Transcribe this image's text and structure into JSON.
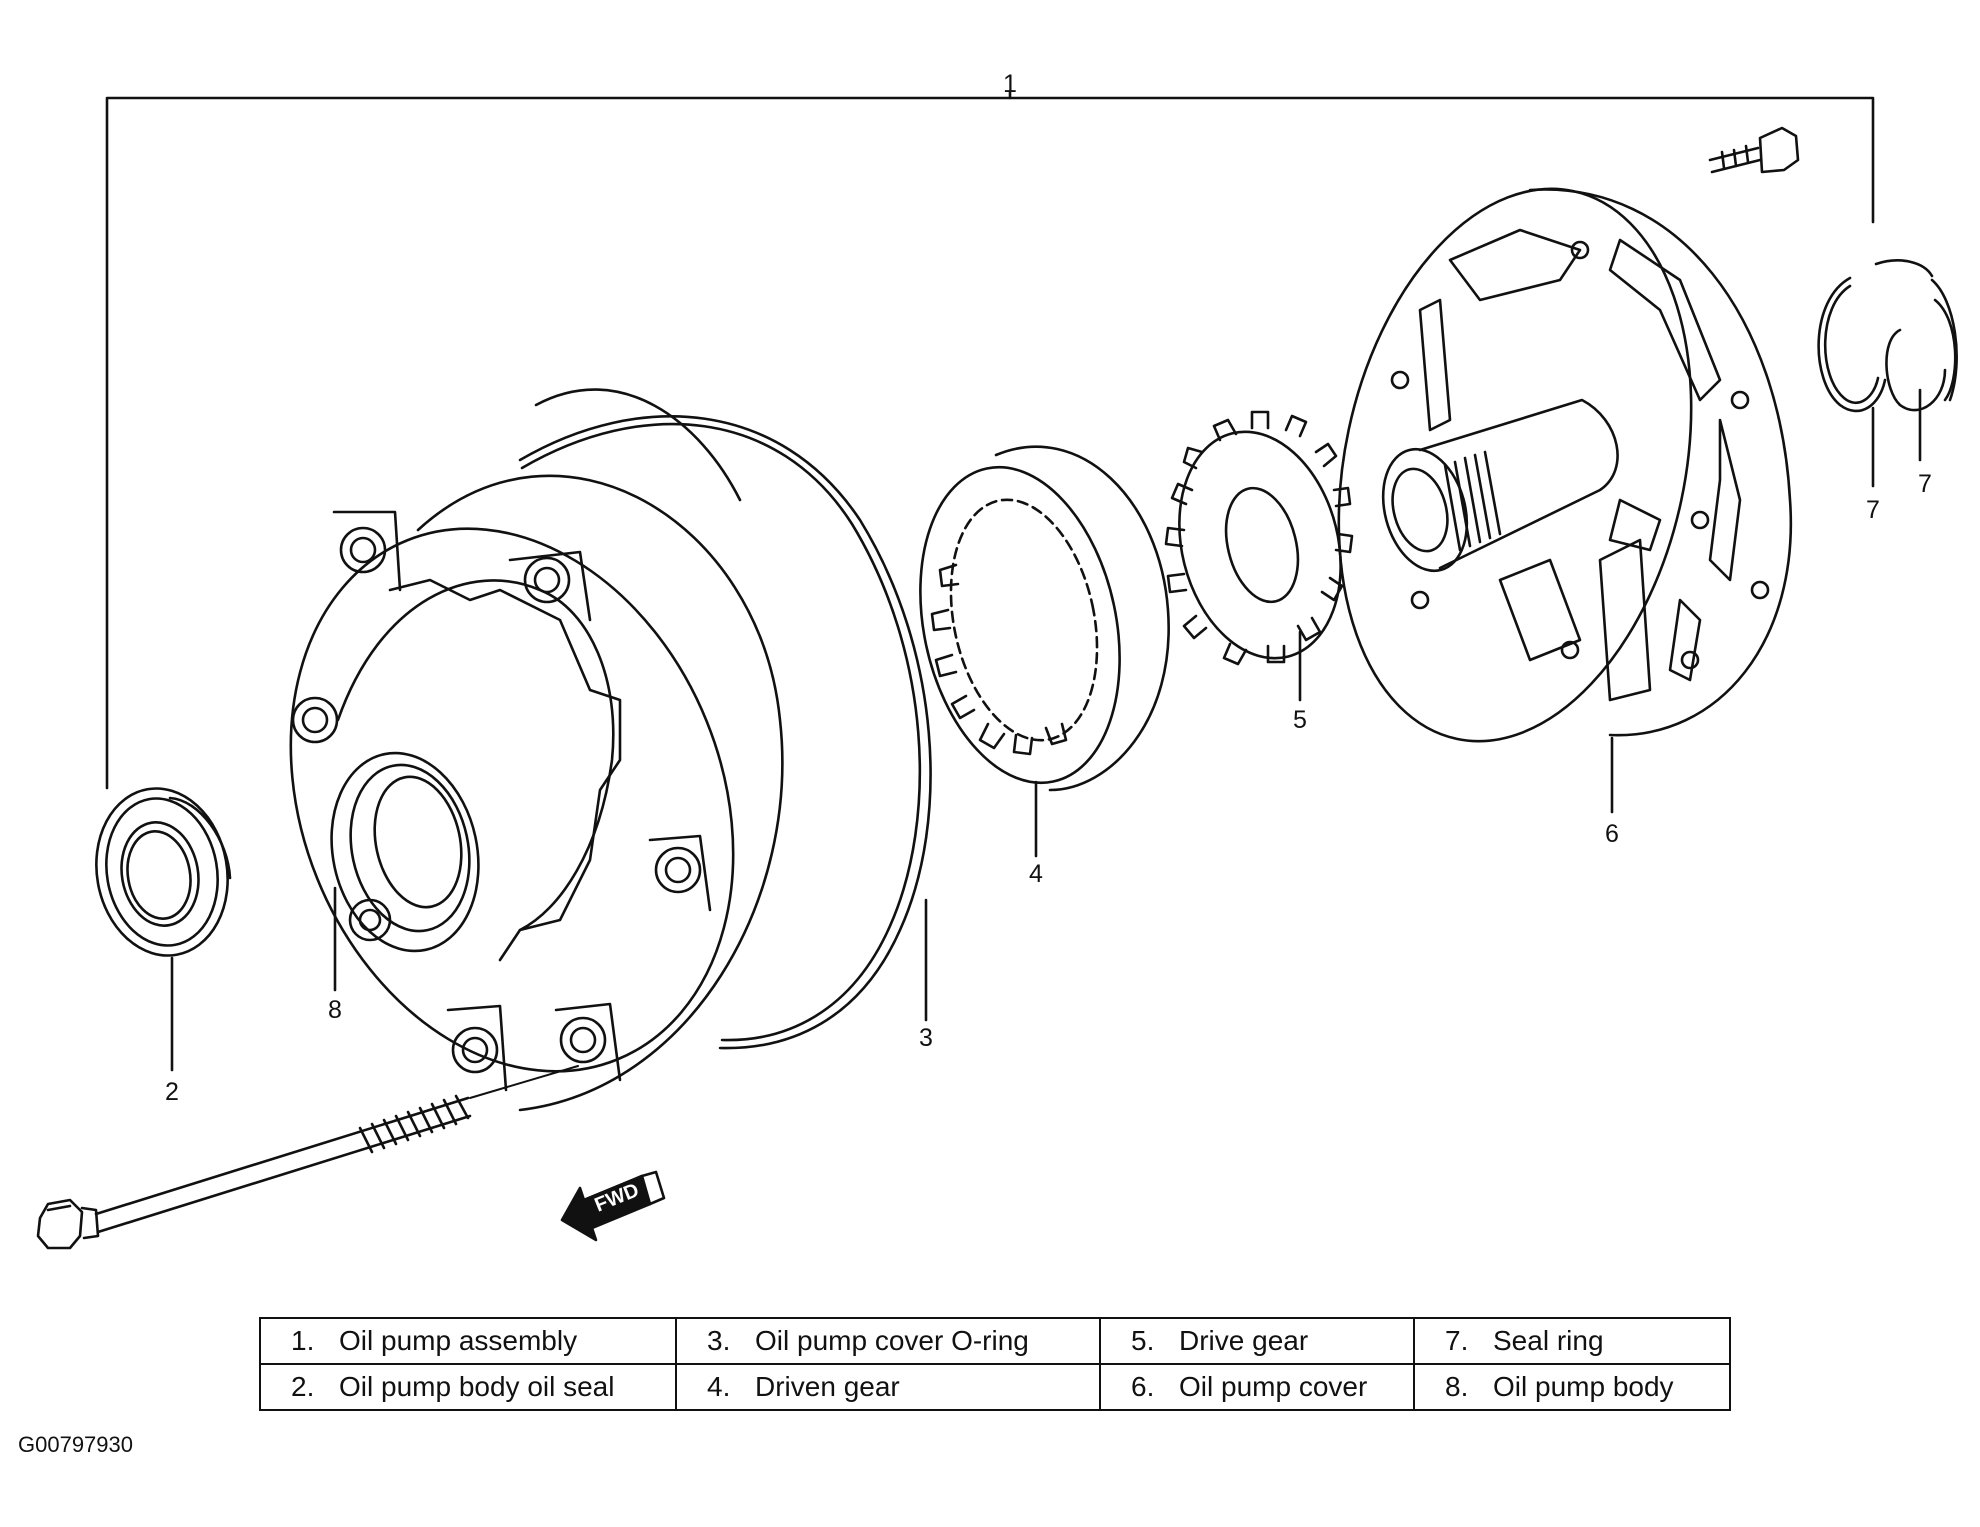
{
  "diagram": {
    "callouts": [
      "1",
      "2",
      "3",
      "4",
      "5",
      "6",
      "7",
      "7",
      "8"
    ],
    "fwd_label": "FWD",
    "figure_id": "G00797930"
  },
  "legend": {
    "rows": [
      [
        {
          "num": "1.",
          "label": "Oil pump assembly"
        },
        {
          "num": "3.",
          "label": "Oil pump cover O-ring"
        },
        {
          "num": "5.",
          "label": "Drive gear"
        },
        {
          "num": "7.",
          "label": "Seal ring"
        }
      ],
      [
        {
          "num": "2.",
          "label": "Oil pump body oil seal"
        },
        {
          "num": "4.",
          "label": "Driven gear"
        },
        {
          "num": "6.",
          "label": "Oil pump cover"
        },
        {
          "num": "8.",
          "label": "Oil pump body"
        }
      ]
    ]
  }
}
